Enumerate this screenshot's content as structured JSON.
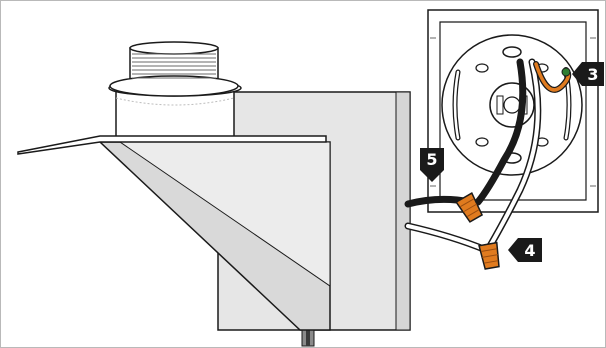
{
  "diagram": {
    "callouts": {
      "step3": "3",
      "step4": "4",
      "step5": "5"
    },
    "colors": {
      "frame_border": "#b9b9b9",
      "fixture_body": "#e6e6e6",
      "fixture_shadow": "#cfcfcf",
      "outline": "#1a1a1a",
      "wire_black": "#1a1a1a",
      "wire_white": "#ffffff",
      "wire_nut": "#e07b1f",
      "ground_wire": "#e07b1f",
      "ground_screw": "#2e7d32",
      "callout_bg": "#1a1a1a",
      "callout_text": "#ffffff"
    }
  }
}
